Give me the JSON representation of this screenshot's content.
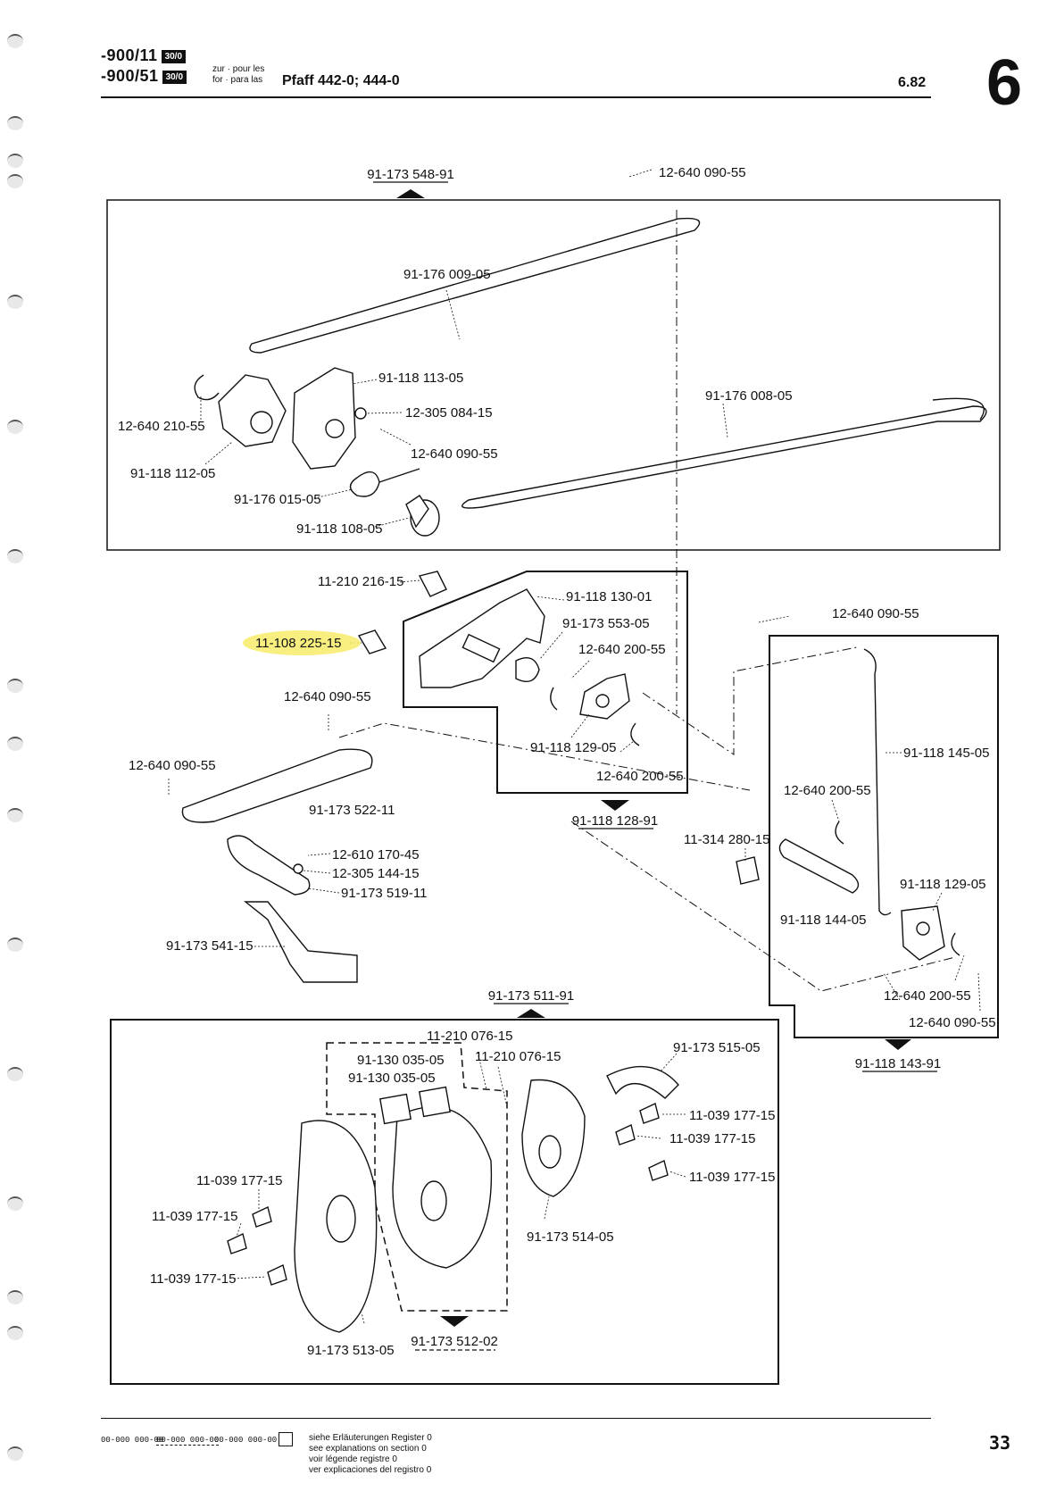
{
  "header": {
    "model_line1": "-900/11",
    "badge1": "30/0",
    "model_line2": "-900/51",
    "badge2": "30/0",
    "zur": "zur · pour les",
    "for": "for · para las",
    "title": "Pfaff 442-0; 444-0",
    "date": "6.82",
    "section": "6"
  },
  "labels": {
    "top_assembly": "91-173 548-91",
    "l_12640_09055_a": "12-640 090-55",
    "l_91176_00905": "91-176 009-05",
    "l_91118_11305": "91-118 113-05",
    "l_12305_08415": "12-305 084-15",
    "l_12640_09055_b": "12-640 090-55",
    "l_12640_21055": "12-640 210-55",
    "l_91118_11205": "91-118 112-05",
    "l_91176_01505": "91-176 015-05",
    "l_91118_10805": "91-118 108-05",
    "l_91176_00805": "91-176 008-05",
    "l_11210_21615": "11-210 216-15",
    "l_91118_13001": "91-118 130-01",
    "l_91173_55305": "91-173 553-05",
    "l_12640_20055_a": "12-640 200-55",
    "l_11108_22515": "11-108 225-15",
    "l_12640_09055_c": "12-640 090-55",
    "l_91118_12905_a": "91-118 129-05",
    "l_12640_20055_b": "12-640 200-55",
    "mid_assembly": "91-118 128-91",
    "l_12640_09055_d": "12-640 090-55",
    "l_91173_52211": "91-173 522-11",
    "l_12610_17045": "12-610 170-45",
    "l_12305_14415": "12-305 144-15",
    "l_91173_51911": "91-173 519-11",
    "l_91173_54115": "91-173 541-15",
    "l_12640_09055_e": "12-640 090-55",
    "l_91118_14505": "91-118 145-05",
    "l_12640_20055_c": "12-640 200-55",
    "l_11314_28015": "11-314 280-15",
    "l_91118_12905_b": "91-118 129-05",
    "l_91118_14405": "91-118 144-05",
    "l_12640_20055_d": "12-640 200-55",
    "l_12640_09055_f": "12-640 090-55",
    "right_assembly": "91-118 143-91",
    "bottom_assembly": "91-173 511-91",
    "l_11210_07615_a": "11-210 076-15",
    "l_91130_03505_a": "91-130 035-05",
    "l_91130_03505_b": "91-130 035-05",
    "l_11210_07615_b": "11-210 076-15",
    "l_91173_51505": "91-173 515-05",
    "l_11039_17715_a": "11-039 177-15",
    "l_11039_17715_b": "11-039 177-15",
    "l_11039_17715_c": "11-039 177-15",
    "l_11039_17715_d": "11-039 177-15",
    "l_11039_17715_e": "11-039 177-15",
    "l_11039_17715_f": "11-039 177-15",
    "l_91173_51405": "91-173 514-05",
    "l_91173_51305": "91-173 513-05",
    "l_91173_51202": "91-173 512-02"
  },
  "footer": {
    "code1": "00-000 000-00",
    "code2": "00-000 000-00",
    "code3": "00-000 000-00",
    "exp1": "siehe Erläuterungen Register 0",
    "exp2": "see explanations on section 0",
    "exp3": "voir légende registre 0",
    "exp4": "ver explicaciones del registro 0",
    "page": "33"
  },
  "colors": {
    "ink": "#111111",
    "highlight": "#f7ec6a"
  }
}
